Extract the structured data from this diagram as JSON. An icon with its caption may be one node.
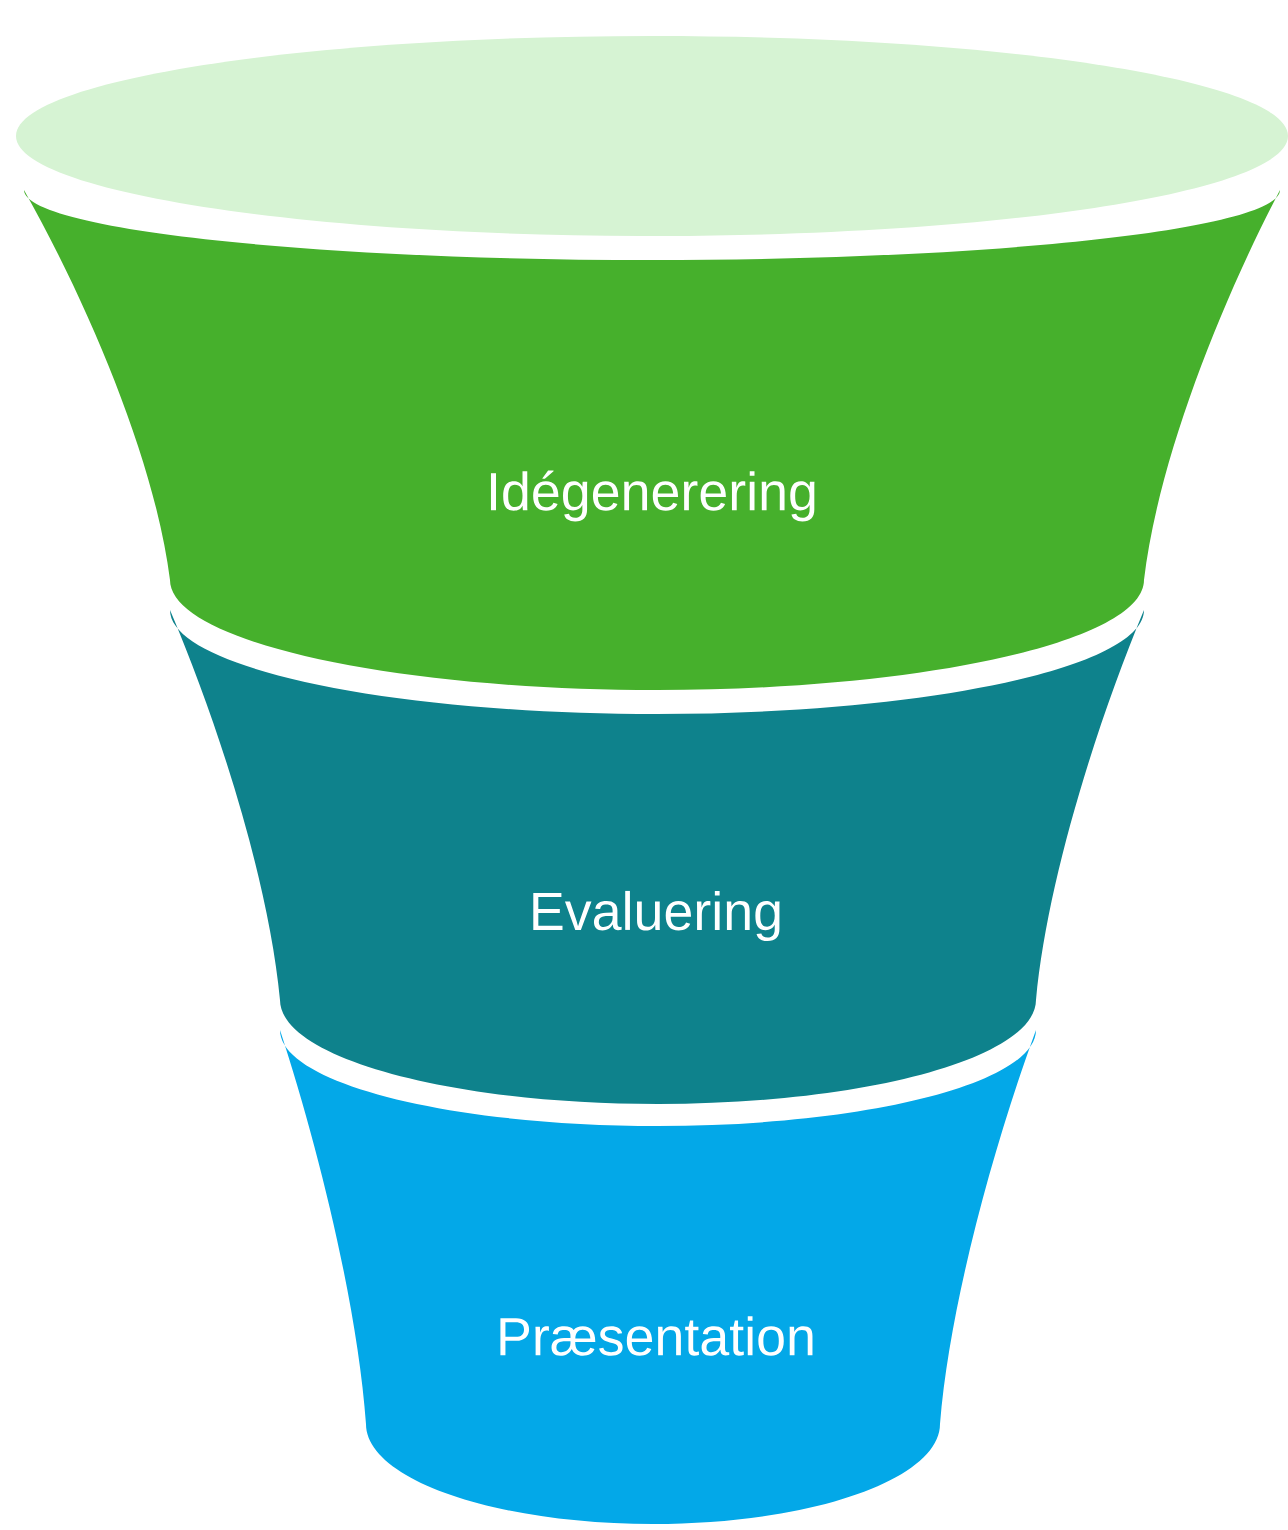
{
  "diagram": {
    "nodes": [
      {
        "text": [],
        "shape": "ellipse"
      },
      {
        "text": [
          "Idégenerering"
        ]
      },
      {
        "text": [
          "Evaluering"
        ]
      },
      {
        "text": [
          "Præsentation"
        ]
      }
    ]
  }
}
